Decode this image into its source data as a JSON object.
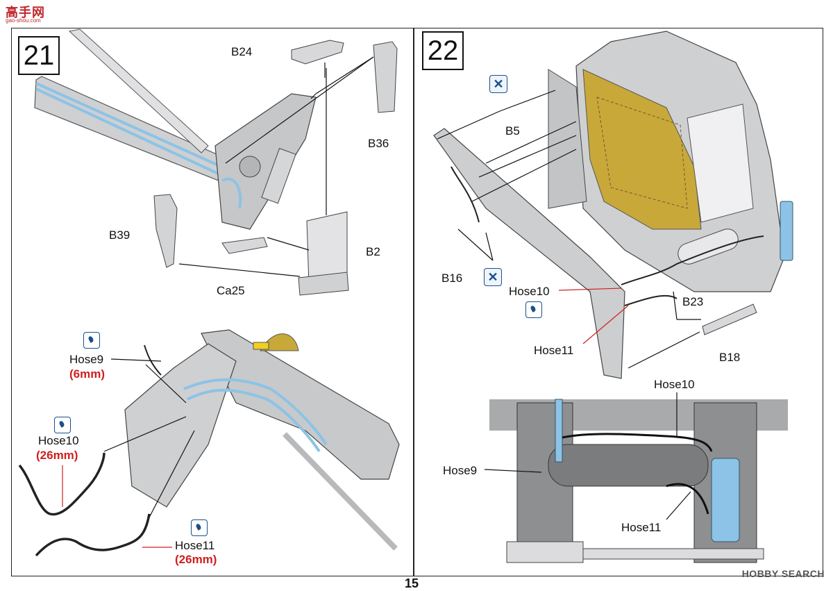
{
  "site": {
    "logo_text": "高手网",
    "logo_url": "gao-shou.com"
  },
  "step21": {
    "number": "21",
    "labels": {
      "b24": "B24",
      "b36": "B36",
      "b39": "B39",
      "b2": "B2",
      "ca25": "Ca25"
    },
    "hoses": [
      {
        "name": "Hose9",
        "length": "(6mm)"
      },
      {
        "name": "Hose10",
        "length": "(26mm)"
      },
      {
        "name": "Hose11",
        "length": "(26mm)"
      }
    ]
  },
  "step22": {
    "number": "22",
    "labels": {
      "b5": "B5",
      "b16": "B16",
      "b23": "B23",
      "b18": "B18",
      "hose10": "Hose10",
      "hose11": "Hose11"
    },
    "detail": {
      "hose10": "Hose10",
      "hose9": "Hose9",
      "hose11": "Hose11"
    }
  },
  "footer": {
    "page_number": "15",
    "watermark": "HOBBY SEARCH"
  },
  "colors": {
    "hose_blue": "#8cc3e6",
    "part_gray": "#cfd0d2",
    "accent_red": "#d01e1e",
    "cab_yellow": "#c9a83a"
  },
  "icons": {
    "glue": "glue-icon",
    "do_not_glue": "no-glue-icon"
  }
}
